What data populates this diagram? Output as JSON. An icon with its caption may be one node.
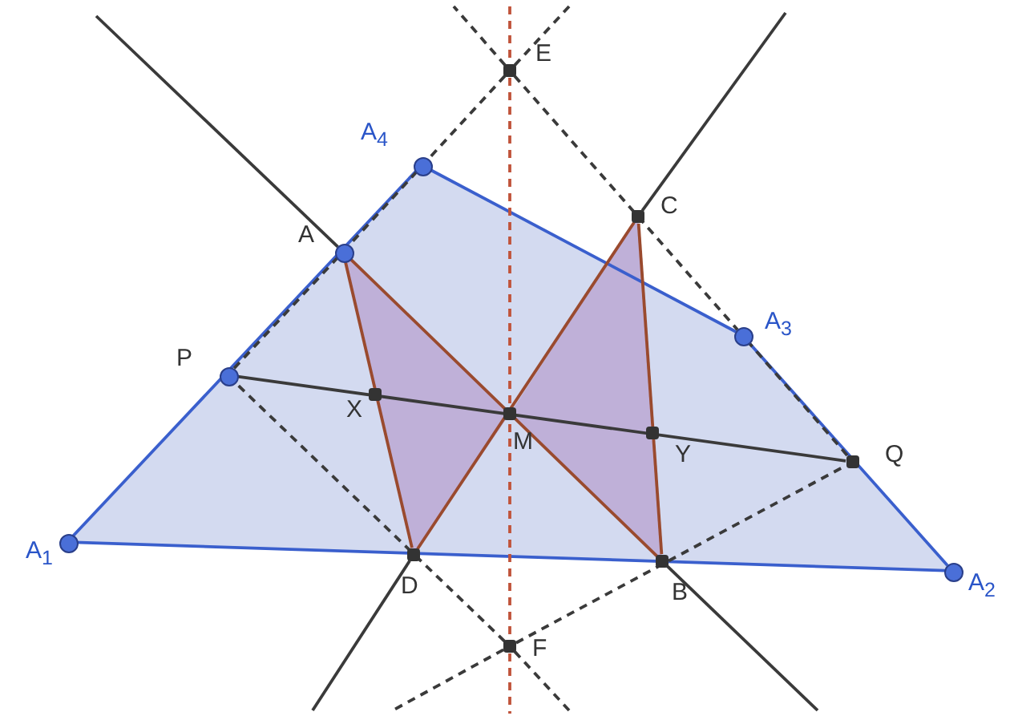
{
  "diagram": {
    "nodes": [
      {
        "text": [
          "A$_{1}$"
        ]
      },
      {
        "text": [
          "A$_{2}$"
        ]
      },
      {
        "text": [
          "A$_{3}$"
        ]
      },
      {
        "text": [
          "A$_{4}$"
        ]
      },
      {
        "text": [
          "A"
        ]
      },
      {
        "text": [
          "C"
        ]
      },
      {
        "text": [
          "D"
        ]
      },
      {
        "text": [
          "B"
        ]
      },
      {
        "text": [
          "P"
        ]
      },
      {
        "text": [
          "Q"
        ]
      },
      {
        "text": [
          "X"
        ]
      },
      {
        "text": [
          "Y"
        ]
      },
      {
        "text": [
          "M"
        ]
      },
      {
        "text": [
          "E"
        ]
      },
      {
        "text": [
          "F"
        ]
      }
    ],
    "edges": [
      {
        "from": 0,
        "to": 3,
        "arrow": "none",
        "color": "#3a5fcd"
      },
      {
        "from": 3,
        "to": 2,
        "arrow": "none",
        "color": "#3a5fcd"
      },
      {
        "from": 2,
        "to": 1,
        "arrow": "none",
        "color": "#3a5fcd"
      },
      {
        "from": 1,
        "to": 0,
        "arrow": "none",
        "color": "#3a5fcd"
      },
      {
        "from": 4,
        "to": 7,
        "arrow": "none",
        "color": "#9a4a2e"
      },
      {
        "from": 6,
        "to": 5,
        "arrow": "none",
        "color": "#9a4a2e"
      },
      {
        "from": 4,
        "to": 6,
        "arrow": "none",
        "color": "#9a4a2e"
      },
      {
        "from": 5,
        "to": 7,
        "arrow": "none",
        "color": "#9a4a2e"
      },
      {
        "from": 8,
        "to": 9,
        "arrow": "none"
      },
      {
        "from": 13,
        "to": 4,
        "arrow": "none",
        "style": "dashed"
      },
      {
        "from": 4,
        "to": 8,
        "arrow": "none",
        "style": "dashed"
      },
      {
        "from": 13,
        "to": 2,
        "arrow": "none",
        "style": "dashed"
      },
      {
        "from": 2,
        "to": 9,
        "arrow": "none",
        "style": "dashed"
      },
      {
        "from": 14,
        "to": 8,
        "arrow": "none",
        "style": "dashed"
      },
      {
        "from": 14,
        "to": 9,
        "arrow": "none",
        "style": "dashed"
      },
      {
        "from": 13,
        "to": 14,
        "arrow": "none",
        "style": "dashed",
        "color": "#c0533a"
      },
      {
        "from": null,
        "to": 4,
        "arrow": "none"
      },
      {
        "from": 7,
        "to": null,
        "arrow": "none"
      },
      {
        "from": null,
        "to": 6,
        "arrow": "none"
      },
      {
        "from": 5,
        "to": null,
        "arrow": "none"
      },
      {
        "from": 13,
        "to": null,
        "arrow": "none",
        "style": "dashed"
      },
      {
        "from": 13,
        "to": null,
        "arrow": "none",
        "style": "dashed"
      },
      {
        "from": 14,
        "to": null,
        "arrow": "none",
        "style": "dashed"
      },
      {
        "from": 14,
        "to": null,
        "arrow": "none",
        "style": "dashed"
      },
      {
        "from": null,
        "to": 13,
        "arrow": "none",
        "style": "dashed",
        "color": "#c0533a"
      },
      {
        "from": 14,
        "to": null,
        "arrow": "none",
        "style": "dashed",
        "color": "#c0533a"
      }
    ]
  }
}
